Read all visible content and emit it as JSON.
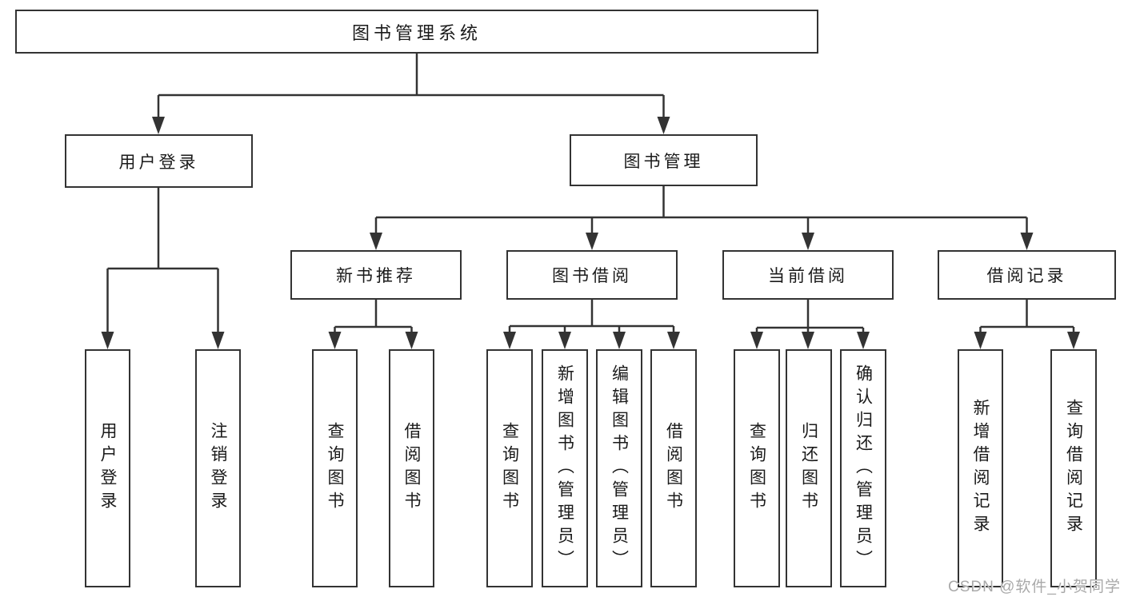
{
  "root": {
    "label": "图书管理系统"
  },
  "level2": {
    "user_login": {
      "label": "用户登录",
      "children": {
        "login": "用户登录",
        "logout": "注销登录"
      }
    },
    "book_mgmt": {
      "label": "图书管理",
      "children": {
        "new_book_rec": {
          "label": "新书推荐",
          "children": {
            "query_books": "查询图书",
            "borrow_books": "借阅图书"
          }
        },
        "book_borrow": {
          "label": "图书借阅",
          "children": {
            "query_books": "查询图书",
            "add_books": "新增图书（管理员）",
            "edit_books": "编辑图书（管理员）",
            "borrow_books": "借阅图书"
          }
        },
        "current_borrow": {
          "label": "当前借阅",
          "children": {
            "query_books": "查询图书",
            "return_books": "归还图书",
            "confirm_return": "确认归还（管理员）"
          }
        },
        "borrow_records": {
          "label": "借阅记录",
          "children": {
            "add_record": "新增借阅记录",
            "query_record": "查询借阅记录"
          }
        }
      }
    }
  },
  "watermark": "CSDN @软件_小贺同学",
  "colors": {
    "line": "#333333",
    "border": "#333333",
    "text": "#1a1a1a",
    "background": "#ffffff",
    "watermark": "#a9a9a9"
  }
}
